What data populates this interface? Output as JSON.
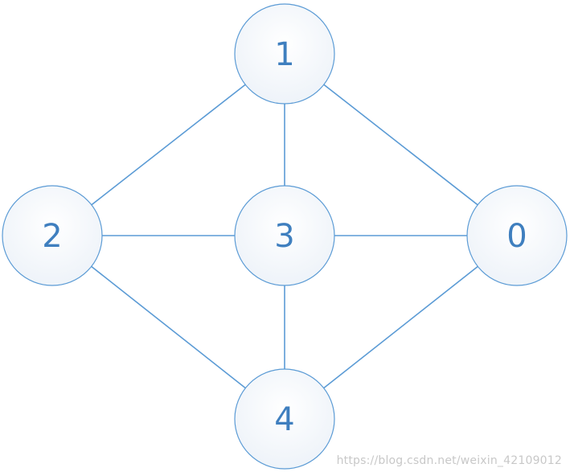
{
  "graph": {
    "nodes": [
      {
        "id": "1",
        "label": "1"
      },
      {
        "id": "2",
        "label": "2"
      },
      {
        "id": "3",
        "label": "3"
      },
      {
        "id": "0",
        "label": "0"
      },
      {
        "id": "4",
        "label": "4"
      }
    ],
    "edges": [
      [
        "1",
        "2"
      ],
      [
        "1",
        "3"
      ],
      [
        "1",
        "0"
      ],
      [
        "2",
        "3"
      ],
      [
        "3",
        "0"
      ],
      [
        "2",
        "4"
      ],
      [
        "3",
        "4"
      ],
      [
        "0",
        "4"
      ]
    ]
  },
  "colors": {
    "stroke": "#5b9bd5",
    "label": "#3f7fbf",
    "fill_center": "#ffffff",
    "fill_edge": "#eef3f9"
  },
  "watermark": "https://blog.csdn.net/weixin_42109012"
}
